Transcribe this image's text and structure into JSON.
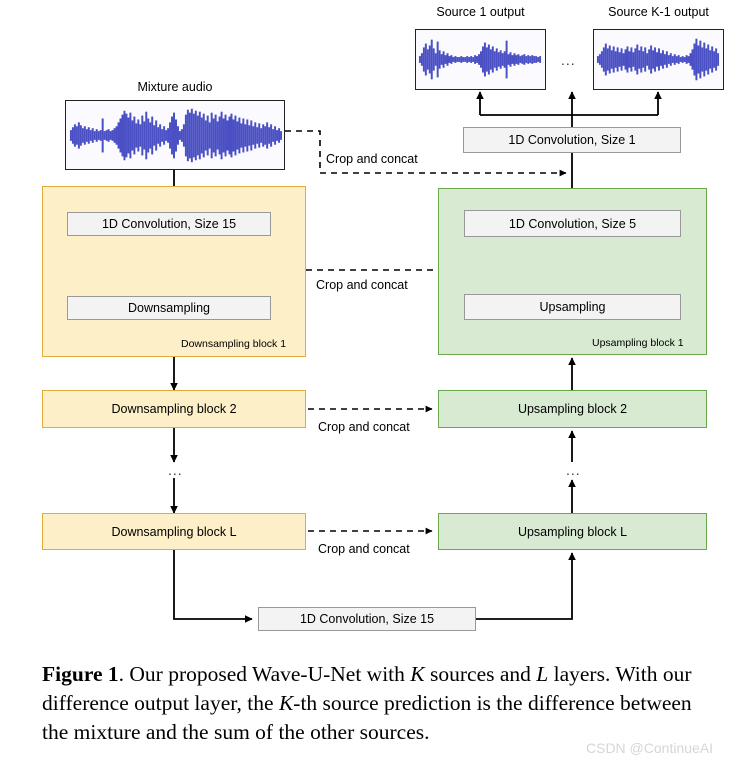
{
  "figure": {
    "title": "Wave-U-Net architecture diagram",
    "caption_parts": {
      "bold_prefix": "Figure 1",
      "line1_a": ". Our proposed Wave-U-Net with ",
      "k1": "K",
      "line1_b": " sources and ",
      "l1": "L",
      "line1_c": " layers.",
      "line2_a": "With our difference output layer, the ",
      "k2": "K",
      "line2_b": "-th source prediction is the",
      "line3": "difference between the mixture and the sum of the other sources."
    },
    "caption_plain": "Figure 1. Our proposed Wave-U-Net with K sources and L layers. With our difference output layer, the K-th source prediction is the difference between the mixture and the sum of the other sources."
  },
  "labels": {
    "mixture_audio": "Mixture audio",
    "source_1_output": "Source 1 output",
    "source_k_output": "Source K-1 output",
    "ellipsis": "...",
    "crop_and_concat": "Crop and concat"
  },
  "boxes": {
    "conv_size_1": "1D Convolution, Size 1",
    "conv_size_15_down": "1D Convolution, Size 15",
    "conv_size_5_up": "1D Convolution, Size 5",
    "downsampling": "Downsampling",
    "upsampling": "Upsampling",
    "conv_size_15_bottom": "1D Convolution, Size 15"
  },
  "groups": {
    "down_block_1_tag": "Downsampling block 1",
    "up_block_1_tag": "Upsampling block 1",
    "down_block_2": "Downsampling block 2",
    "up_block_2": "Upsampling block 2",
    "down_block_L": "Downsampling block L",
    "up_block_L": "Upsampling block L"
  },
  "crop_labels": {
    "top": "Crop and concat",
    "block1": "Crop and concat",
    "block2": "Crop and concat",
    "blockL": "Crop and concat"
  },
  "watermark": "CSDN @ContinueAI",
  "colors": {
    "downsampling_fill": "#FDEFC7",
    "downsampling_border": "#E0AC3A",
    "upsampling_fill": "#D9EAD3",
    "upsampling_border": "#6AA84F",
    "opbox_fill": "#F3F3F3",
    "opbox_border": "#999999",
    "waveform": "#4A4FC4",
    "arrow": "#000000",
    "watermark": "#d6d6d6"
  }
}
